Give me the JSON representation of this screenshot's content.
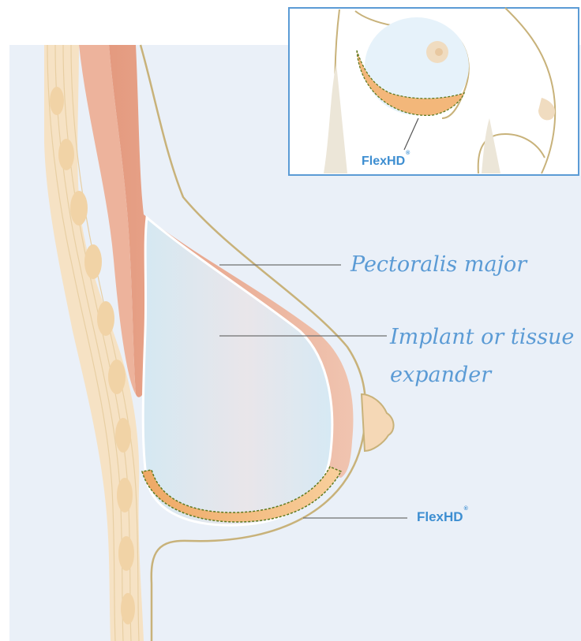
{
  "labels": {
    "pectoralis": "Pectoralis major",
    "implant_line1": "Implant or tissue",
    "implant_line2": "expander",
    "flexhd_main": "FlexHD",
    "flexhd_inset": "FlexHD",
    "registered_mark": "®"
  },
  "colors": {
    "background_panel": "#eaf0f8",
    "muscle": "#e8a088",
    "fat": "#f4dcb8",
    "implant": "#dbe9f3",
    "flexhd_mesh": "#f2b16e",
    "outline": "#c8b27a",
    "label_blue": "#5b9bd5",
    "inset_border": "#5b9bd5"
  }
}
